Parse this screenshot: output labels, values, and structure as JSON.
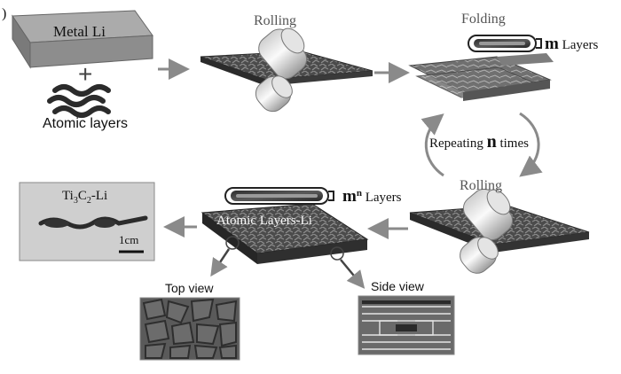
{
  "panel_label": ")",
  "labels": {
    "metal_li": "Metal Li",
    "plus": "+",
    "atomic_layers": "Atomic layers",
    "rolling_top": "Rolling",
    "folding": "Folding",
    "m_letter": "m",
    "layers_word": "Layers",
    "repeating_prefix": "Repeating",
    "n_letter": "n",
    "repeating_suffix": "times",
    "rolling_bottom": "Rolling",
    "mn_base": "m",
    "mn_exp": "n",
    "atomic_layers_li": "Atomic Layers-Li",
    "photo_sample_main": "Ti",
    "photo_sample_sub1": "3",
    "photo_sample_mid": "C",
    "photo_sample_sub2": "2",
    "photo_sample_tail": "-Li",
    "scale_bar": "1cm",
    "top_view": "Top view",
    "side_view": "Side view"
  },
  "colors": {
    "arrow": "#8a8a8a",
    "block_top": "#a9a9a9",
    "block_side": "#7a7a7a",
    "film_dark": "#3a3a3a",
    "roller": "#e6e6e6"
  }
}
